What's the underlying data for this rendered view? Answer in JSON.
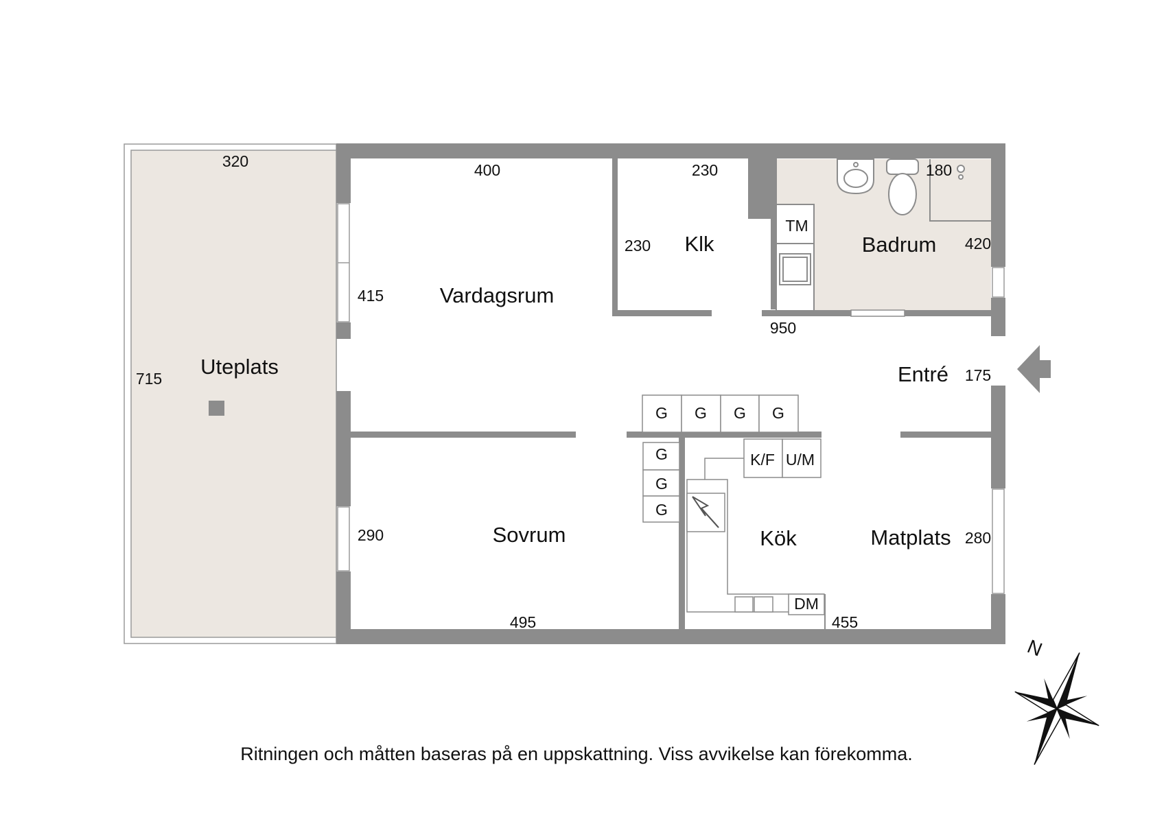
{
  "colors": {
    "wall": "#8c8c8c",
    "terrace": "#ece7e1",
    "bathroom": "#ece7e1",
    "line": "#9a9a9a",
    "text": "#111111"
  },
  "rooms": {
    "uteplats": "Uteplats",
    "vardagsrum": "Vardagsrum",
    "klk": "Klk",
    "badrum": "Badrum",
    "entre": "Entré",
    "sovrum": "Sovrum",
    "kok": "Kök",
    "matplats": "Matplats"
  },
  "dimensions": {
    "uteplats_width": "320",
    "uteplats_length": "715",
    "vardagsrum_width": "400",
    "vardagsrum_depth": "415",
    "klk_width": "230",
    "klk_depth": "230",
    "badrum_width": "180",
    "badrum_depth": "420",
    "total_width": "950",
    "entre_depth": "175",
    "sovrum_depth": "290",
    "sovrum_width": "495",
    "matplats_depth": "280",
    "kok_width": "455"
  },
  "fixtures": {
    "tm": "TM",
    "kf": "K/F",
    "um": "U/M",
    "dm": "DM",
    "wardrobe": "G"
  },
  "compass": {
    "north": "N"
  },
  "footer": {
    "disclaimer": "Ritningen och måtten baseras på en uppskattning. Viss avvikelse kan förekomma."
  }
}
